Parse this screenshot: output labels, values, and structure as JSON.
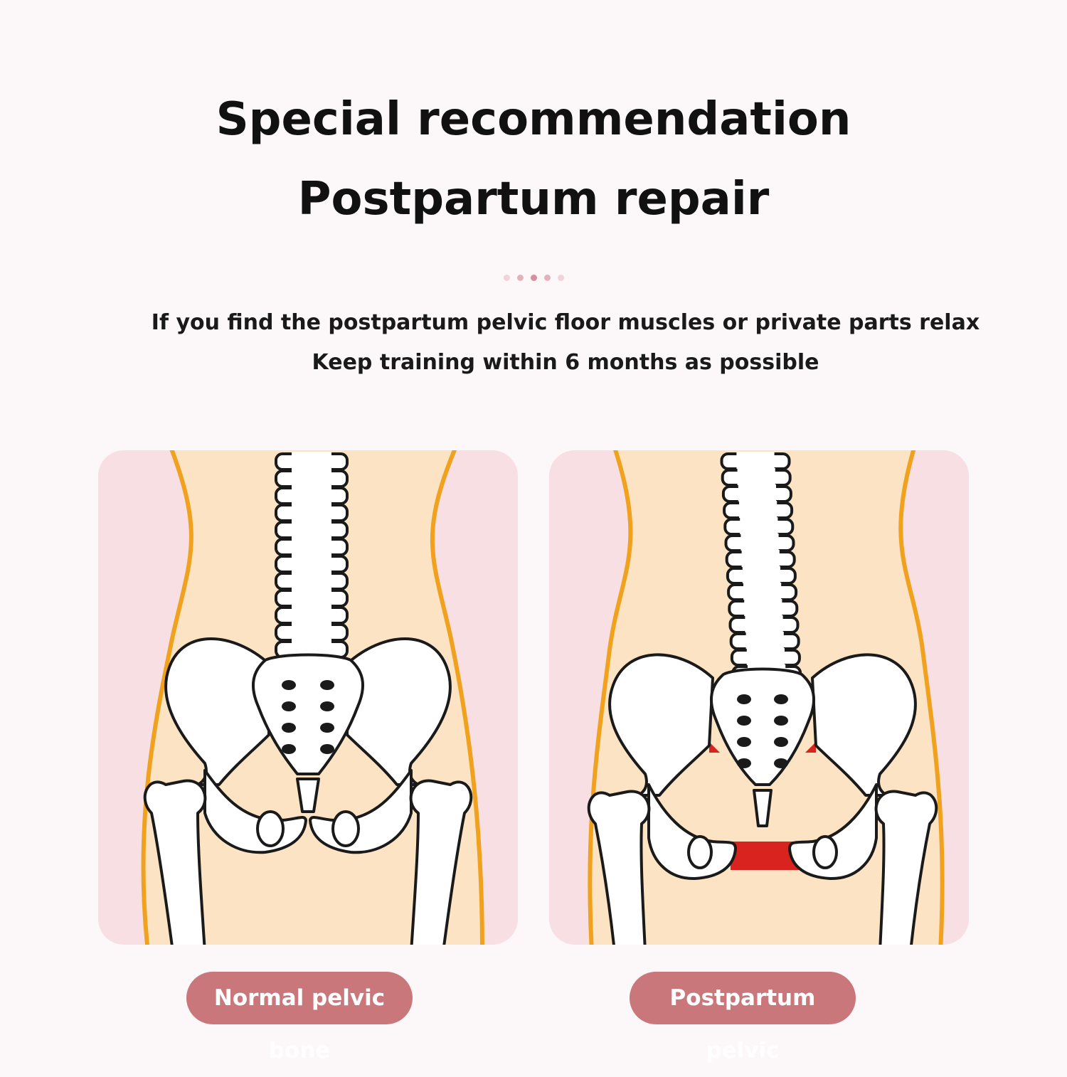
{
  "heading": {
    "line1": "Special recommendation",
    "line2": "Postpartum repair"
  },
  "divider_dots": [
    "#f0d4da",
    "#e3b2bd",
    "#d88ea0",
    "#e3b2bd",
    "#f0d4da"
  ],
  "subtitle": {
    "line1": "If you find the postpartum pelvic floor muscles or private parts relax",
    "line2": "Keep training within 6 months as possible"
  },
  "panels": [
    {
      "label": "Normal pelvic bone",
      "state": "normal"
    },
    {
      "label": "Postpartum pelvic",
      "state": "widened"
    }
  ],
  "colors": {
    "panel_bg": "#f8dfe3",
    "body_fill": "#fbe3c4",
    "body_outline": "#f0a21e",
    "bone_fill": "#ffffff",
    "bone_stroke": "#1a1a1a",
    "gap_highlight": "#d8231f",
    "label_pill": "#c9777b"
  }
}
